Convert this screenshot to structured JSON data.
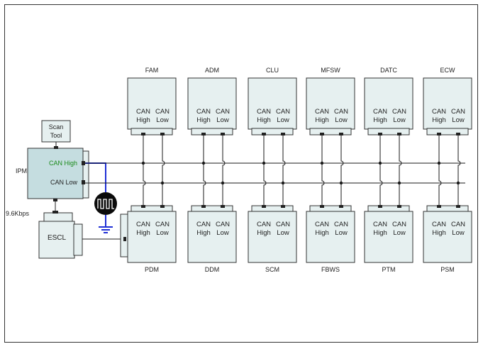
{
  "ipm": {
    "name": "IPM",
    "can_high": "CAN High",
    "can_low": "CAN Low"
  },
  "scan_tool": {
    "line1": "Scan",
    "line2": "Tool"
  },
  "escl": {
    "name": "ESCL"
  },
  "speed_label": "9.6Kbps",
  "can_labels": {
    "can": "CAN",
    "high": "High",
    "low": "Low"
  },
  "top_modules": [
    "FAM",
    "ADM",
    "CLU",
    "MFSW",
    "DATC",
    "ECW"
  ],
  "bottom_modules": [
    "PDM",
    "DDM",
    "SCM",
    "FBWS",
    "PTM",
    "PSM"
  ],
  "colors": {
    "module_fill": "#e6f0f0",
    "ipm_fill": "#c5dde0",
    "wire": "#1a1a1a",
    "highlight_wire": "#1f2fd6",
    "can_high_text": "#1a8a1a"
  },
  "icons": {
    "terminator": "terminator-resistor-icon",
    "ground": "ground-icon"
  }
}
